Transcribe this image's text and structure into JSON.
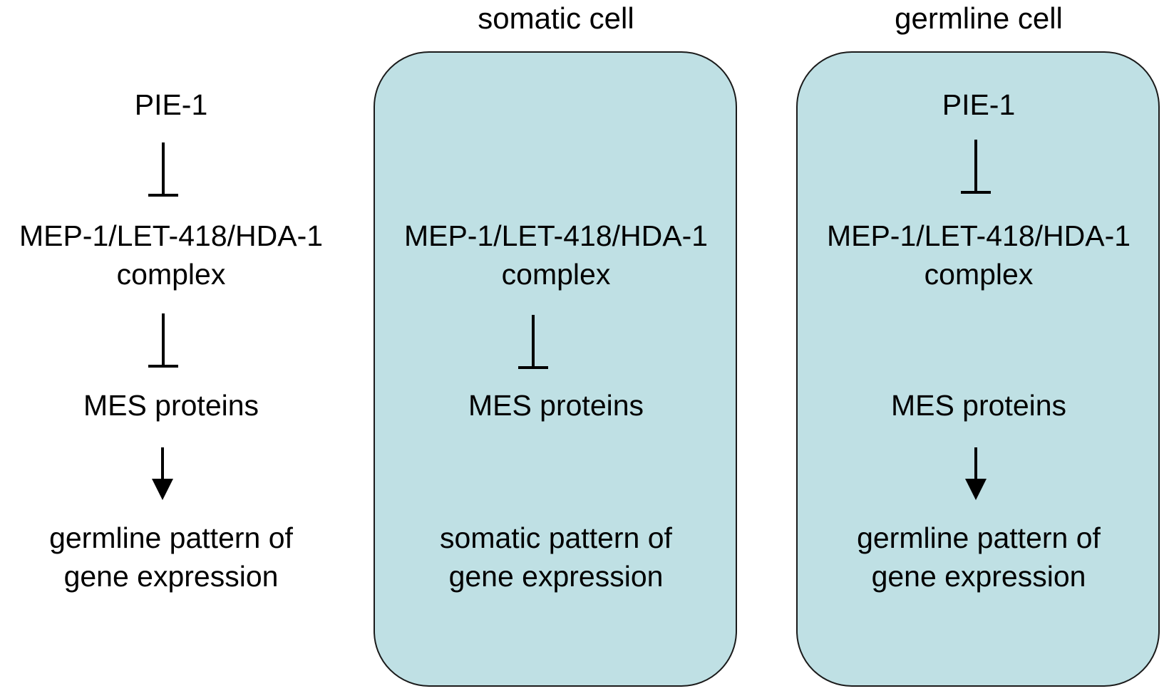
{
  "panels": {
    "left": {
      "title": "",
      "pie1": "PIE-1",
      "complex_line1": "MEP-1/LET-418/HDA-1",
      "complex_line2": "complex",
      "mes": "MES proteins",
      "outcome_line1": "germline pattern of",
      "outcome_line2": "gene expression"
    },
    "somatic": {
      "title": "somatic cell",
      "complex_line1": "MEP-1/LET-418/HDA-1",
      "complex_line2": "complex",
      "mes": "MES proteins",
      "outcome_line1": "somatic pattern of",
      "outcome_line2": "gene expression"
    },
    "germline": {
      "title": "germline cell",
      "pie1": "PIE-1",
      "complex_line1": "MEP-1/LET-418/HDA-1",
      "complex_line2": "complex",
      "mes": "MES proteins",
      "outcome_line1": "germline pattern of",
      "outcome_line2": "gene expression"
    }
  },
  "colors": {
    "cell_fill": "#bfe0e4",
    "cell_border": "#1a1a1a",
    "ink": "#000000"
  },
  "icons": {
    "inhibition": "inhibition-symbol",
    "activation": "down-arrow"
  }
}
